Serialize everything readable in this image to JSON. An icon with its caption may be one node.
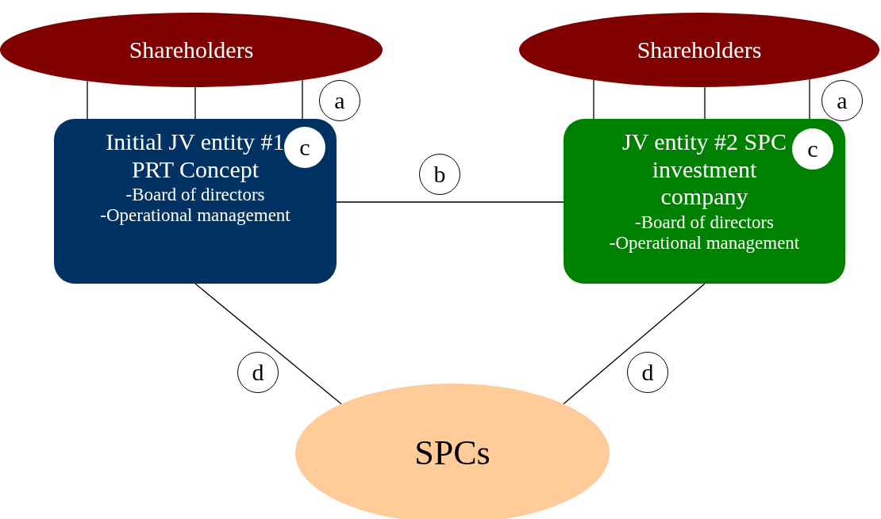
{
  "diagram": {
    "nodes": [
      {
        "text": [
          "Shareholders"
        ]
      },
      {
        "text": [
          "Shareholders"
        ]
      },
      {
        "text": [
          "a"
        ]
      },
      {
        "text": [
          "a"
        ]
      },
      {
        "text": [
          "Initial JV entity #1 PRT Concept",
          "-Board of directors",
          "-Operational management"
        ]
      },
      {
        "text": [
          "c"
        ],
        "in": 4
      },
      {
        "text": [
          "b"
        ]
      },
      {
        "text": [
          "JV entity #2 SPC investment company",
          "-Board of directors",
          "-Operational management"
        ]
      },
      {
        "text": [
          "c"
        ],
        "in": 7
      },
      {
        "text": [
          "d"
        ]
      },
      {
        "text": [
          "d"
        ]
      },
      {
        "text": [
          "SPCs"
        ]
      }
    ],
    "edges": [
      {
        "from": 0,
        "to": 4,
        "arrow": "none"
      },
      {
        "from": 0,
        "to": 4,
        "arrow": "none"
      },
      {
        "from": 0,
        "to": 4,
        "arrow": "none"
      },
      {
        "from": 1,
        "to": 7,
        "arrow": "none"
      },
      {
        "from": 1,
        "to": 7,
        "arrow": "none"
      },
      {
        "from": 1,
        "to": 7,
        "arrow": "none"
      },
      {
        "from": 4,
        "to": 7,
        "arrow": "none"
      },
      {
        "from": 4,
        "to": 11,
        "arrow": "none"
      },
      {
        "from": 7,
        "to": 11,
        "arrow": "none"
      }
    ]
  }
}
